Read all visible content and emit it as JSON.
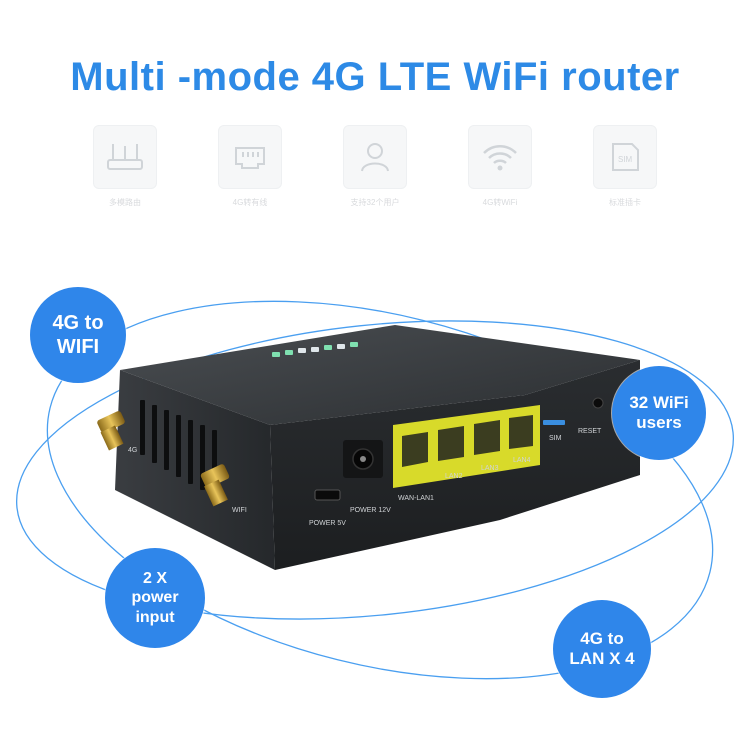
{
  "title": "Multi -mode 4G LTE WiFi router",
  "features": [
    {
      "icon": "router-icon",
      "caption": "多模路由"
    },
    {
      "icon": "ethernet-port-icon",
      "caption": "4G转有线"
    },
    {
      "icon": "user-icon",
      "caption": "支持32个用户"
    },
    {
      "icon": "wifi-icon",
      "caption": "4G转WiFi"
    },
    {
      "icon": "sim-card-icon",
      "caption": "标准插卡"
    }
  ],
  "bubbles": {
    "wifi": {
      "line1": "4G to",
      "line2": "WIFI"
    },
    "users": {
      "line1": "32 WiFi",
      "line2": "users"
    },
    "power": {
      "line1": "2 X",
      "line2": "power",
      "line3": "input"
    },
    "lan": {
      "line1": "4G to",
      "line2": "LAN X 4"
    }
  },
  "device_labels": {
    "antenna_left": "4G",
    "antenna_right": "WIFI",
    "power5": "POWER  5V",
    "power12": "POWER  12V",
    "wanlan1": "WAN-LAN1",
    "lan2": "LAN2",
    "lan3": "LAN3",
    "lan4": "LAN4",
    "sim": "SIM",
    "reset": "RESET"
  },
  "colors": {
    "title_blue": "#2d8ae6",
    "bubble_blue": "#2f86ea",
    "orbit_line": "#4a9ff0",
    "device_body": "#2e3134",
    "port_yellow": "#d6d82a"
  }
}
